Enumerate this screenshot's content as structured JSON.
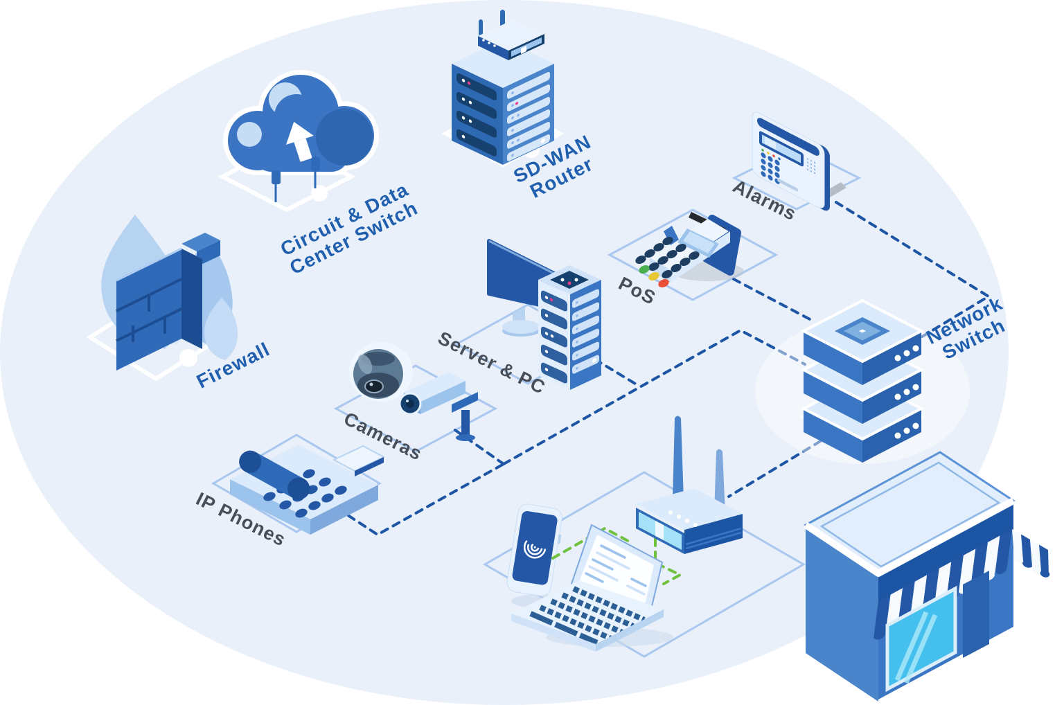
{
  "diagram": {
    "title": "Retail branch network topology illustration",
    "background_color": "#e9f0fa",
    "page_color": "#ffffff",
    "connection_color": "#1d55a5",
    "wireless_connection_color": "#6fc13e",
    "platform_outline_light": "#a9c7ef",
    "platform_outline_white": "#ffffff",
    "label_blue": "#1f5fae",
    "label_gray": "#474e57",
    "nodes": [
      {
        "id": "firewall",
        "label_lines": [
          "Firewall"
        ],
        "label_color": "#1f5fae",
        "platform": "white",
        "icon": "firewall-icon"
      },
      {
        "id": "circuit-data-center-switch",
        "label_lines": [
          "Circuit & Data",
          "Center Switch"
        ],
        "label_color": "#1f5fae",
        "platform": "white",
        "icon": "cloud-upload-icon"
      },
      {
        "id": "sd-wan-router",
        "label_lines": [
          "SD-WAN",
          "Router"
        ],
        "label_color": "#1f5fae",
        "platform": "white",
        "icon": "server-rack-antenna-icon"
      },
      {
        "id": "alarms",
        "label_lines": [
          "Alarms"
        ],
        "label_color": "#474e57",
        "platform": "light",
        "icon": "alarm-panel-icon"
      },
      {
        "id": "pos",
        "label_lines": [
          "PoS"
        ],
        "label_color": "#474e57",
        "platform": "light",
        "icon": "payment-terminal-icon"
      },
      {
        "id": "server-pc",
        "label_lines": [
          "Server & PC"
        ],
        "label_color": "#474e57",
        "platform": "light",
        "icon": "monitor-and-tower-icon"
      },
      {
        "id": "network-switch",
        "label_lines": [
          "Network",
          "Switch"
        ],
        "label_color": "#1f5fae",
        "platform": "white",
        "icon": "switch-stack-icon"
      },
      {
        "id": "cameras",
        "label_lines": [
          "Cameras"
        ],
        "label_color": "#474e57",
        "platform": "light",
        "icon": "dome-and-cctv-camera-icon"
      },
      {
        "id": "ip-phones",
        "label_lines": [
          "IP Phones"
        ],
        "label_color": "#474e57",
        "platform": "light",
        "icon": "desk-phone-icon"
      },
      {
        "id": "wireless-devices",
        "label_lines": [],
        "platform": "light",
        "icon": "smartphone-laptop-access-point-icons"
      },
      {
        "id": "store",
        "label_lines": [],
        "platform": "none",
        "icon": "storefront-icon"
      }
    ],
    "connections": [
      {
        "from": "alarms",
        "to": "network-switch",
        "style": "dashed-blue"
      },
      {
        "from": "pos",
        "to": "network-switch",
        "style": "dashed-blue"
      },
      {
        "from": "server-pc",
        "to": "network-switch",
        "style": "dashed-blue"
      },
      {
        "from": "cameras",
        "to": "network-switch",
        "style": "dashed-blue"
      },
      {
        "from": "ip-phones",
        "to": "network-switch",
        "style": "dashed-blue"
      },
      {
        "from": "network-switch",
        "to": "wireless-devices",
        "style": "dashed-blue"
      },
      {
        "from": "smartphone",
        "to": "laptop",
        "style": "dashed-green"
      },
      {
        "from": "wireless-router",
        "to": "laptop",
        "style": "dashed-green"
      }
    ]
  }
}
